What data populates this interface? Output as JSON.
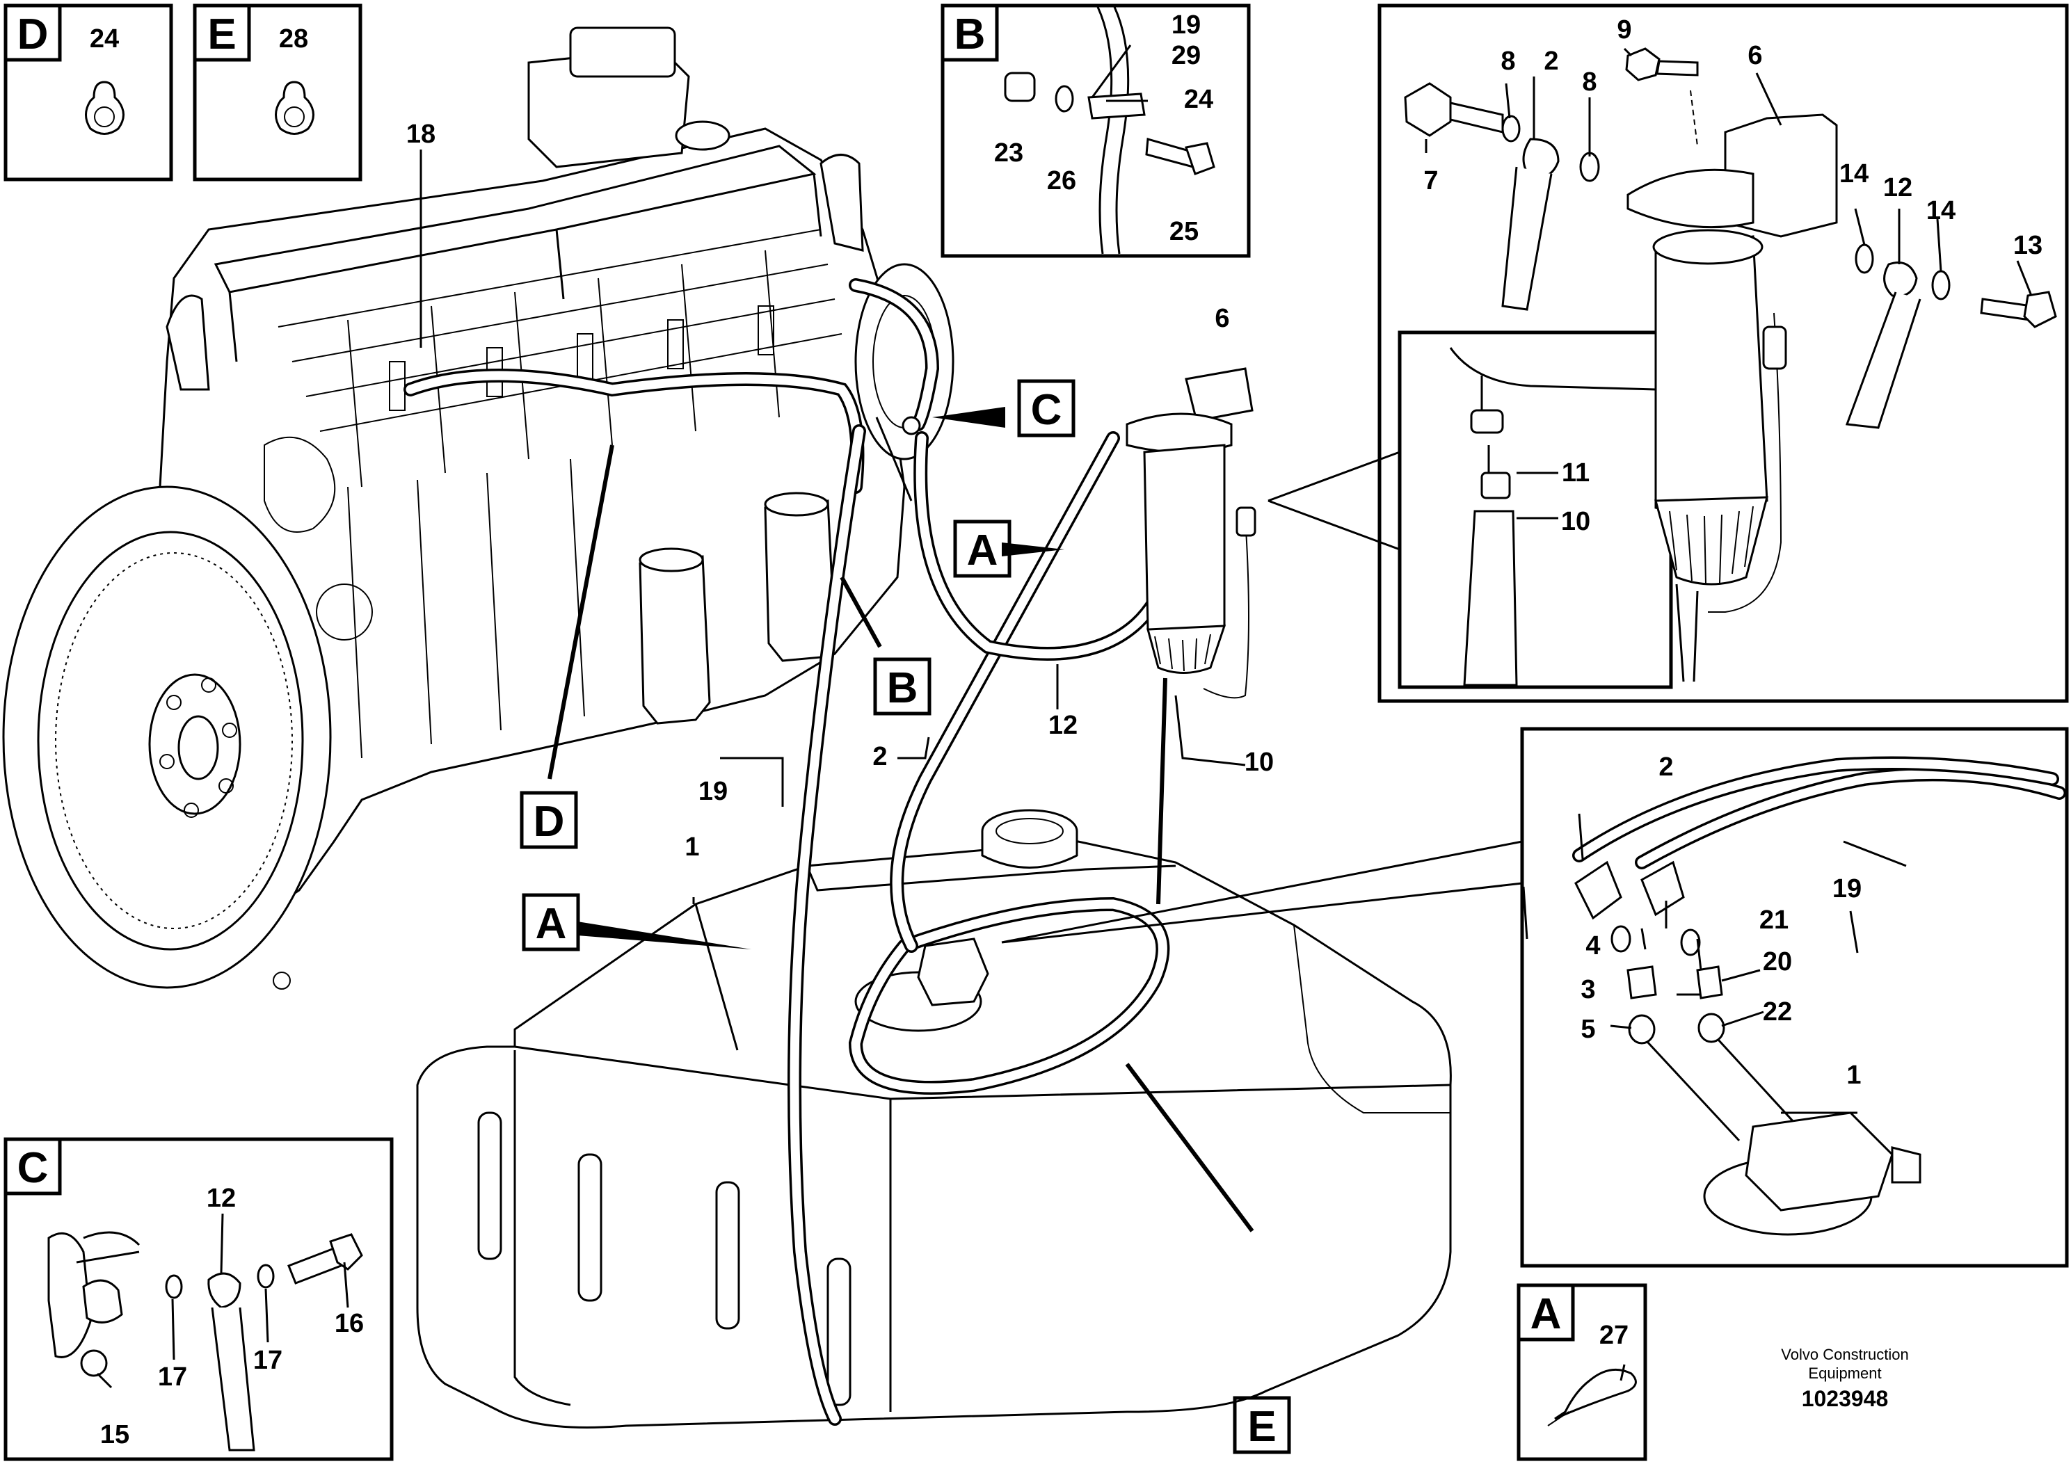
{
  "diagram": {
    "view_letters": {
      "A": "A",
      "B": "B",
      "C": "C",
      "D": "D",
      "E": "E"
    },
    "part_numbers": {
      "p1": "1",
      "p2": "2",
      "p3": "3",
      "p4": "4",
      "p5": "5",
      "p6": "6",
      "p7": "7",
      "p8": "8",
      "p9": "9",
      "p10": "10",
      "p11": "11",
      "p12": "12",
      "p13": "13",
      "p14": "14",
      "p15": "15",
      "p16": "16",
      "p17": "17",
      "p18": "18",
      "p19": "19",
      "p20": "20",
      "p21": "21",
      "p22": "22",
      "p23": "23",
      "p24": "24",
      "p25": "25",
      "p26": "26",
      "p27": "27",
      "p28": "28",
      "p29": "29"
    },
    "footer": {
      "company_line1": "Volvo Construction",
      "company_line2": "Equipment",
      "drawing_number": "1023948"
    }
  }
}
